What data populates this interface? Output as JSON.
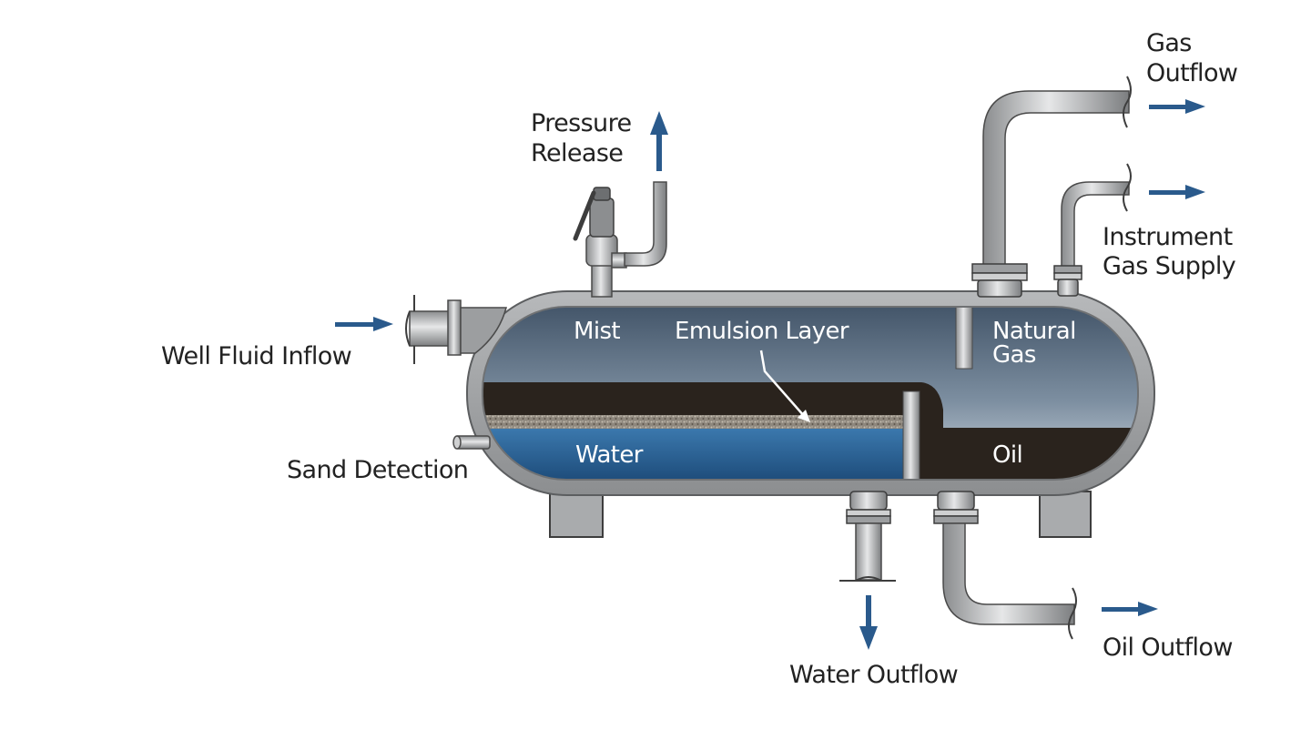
{
  "labels": {
    "pressure_release": [
      "Pressure",
      "Release"
    ],
    "gas_outflow": [
      "Gas",
      "Outflow"
    ],
    "instrument_gas_supply": [
      "Instrument",
      "Gas Supply"
    ],
    "well_fluid_inflow": "Well Fluid Inflow",
    "sand_detection": "Sand Detection",
    "water_outflow": "Water Outflow",
    "oil_outflow": "Oil Outflow"
  },
  "zones": {
    "mist": "Mist",
    "emulsion_layer": "Emulsion Layer",
    "natural_gas": [
      "Natural",
      "Gas"
    ],
    "water": "Water",
    "oil": "Oil"
  },
  "colors": {
    "arrow": "#2a5a8c",
    "vessel_shell": "#9a9c9e",
    "gas_space_top": "#44566a",
    "gas_space_bottom": "#c9d2da",
    "water": "#2a5f92",
    "oil": "#2a231d",
    "emulsion_sand": "#8e877d",
    "pipe": "#b4b6b8"
  }
}
